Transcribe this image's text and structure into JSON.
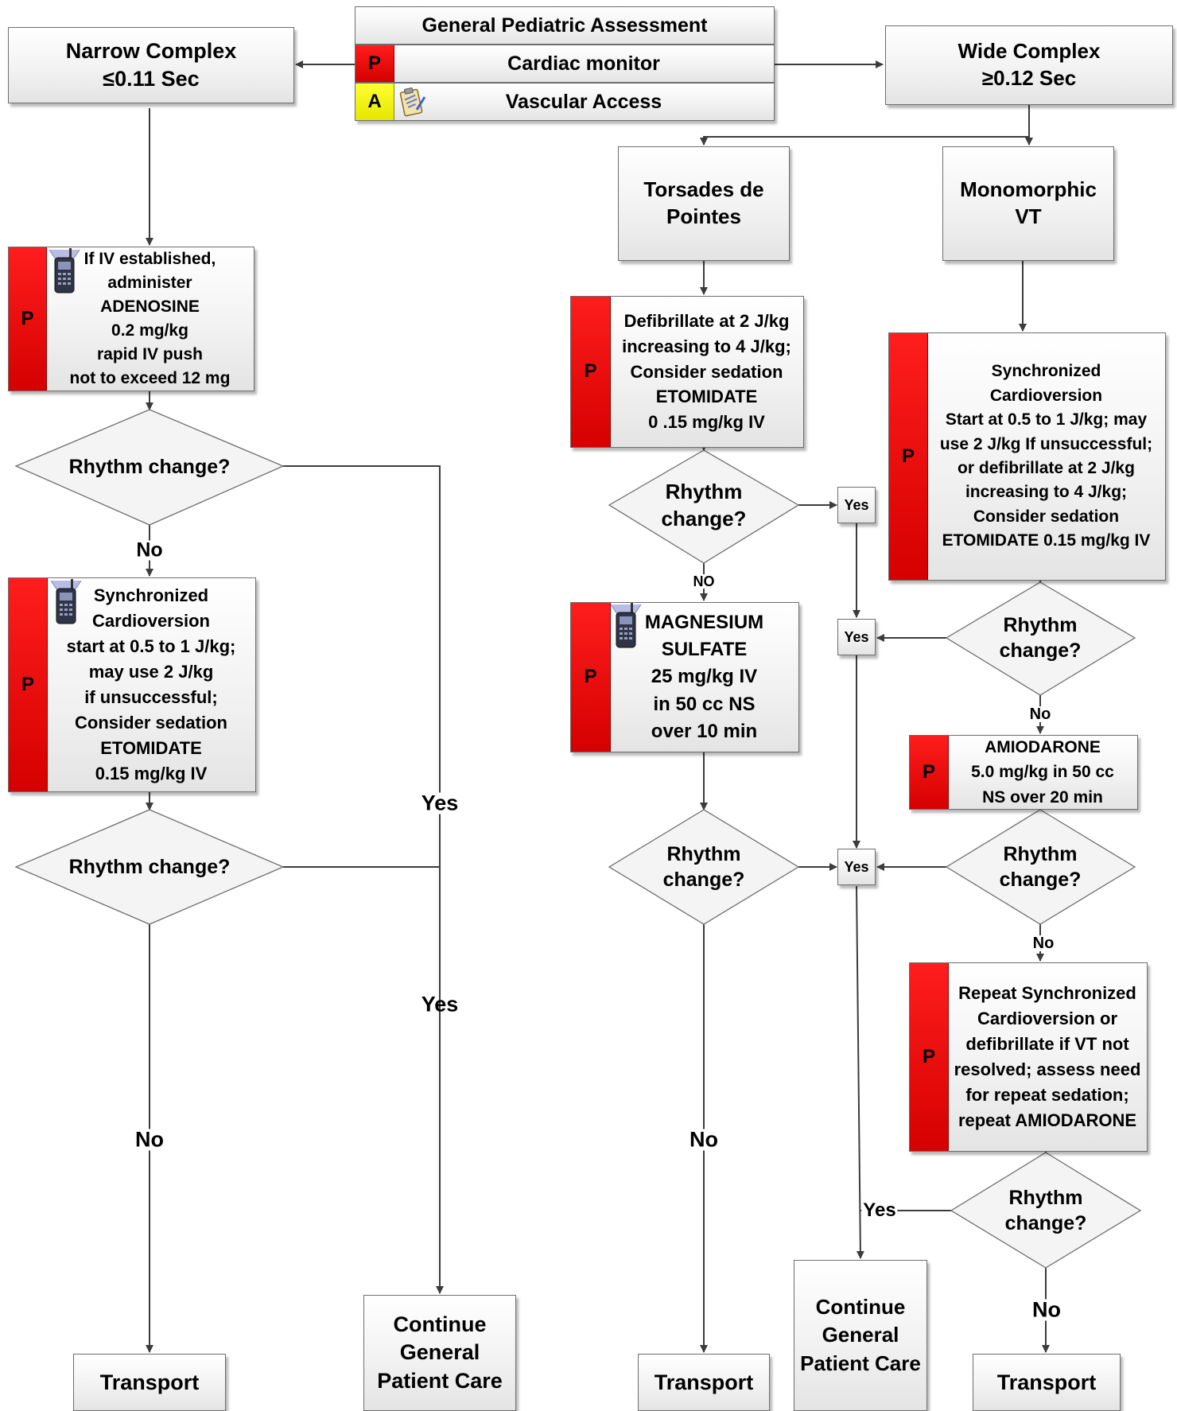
{
  "top": {
    "title": "General Pediatric Assessment",
    "monitor_badge": "P",
    "monitor_label": "Cardiac monitor",
    "access_badge": "A",
    "access_label": "Vascular Access"
  },
  "narrow": {
    "header": "Narrow Complex\n≤0.11 Sec",
    "adenosine_badge": "P",
    "adenosine_text": "If IV established,\nadminister\nADENOSINE\n0.2 mg/kg\nrapid IV push\nnot to exceed 12 mg",
    "decision1": "Rhythm change?",
    "decision1_no": "No",
    "cardioversion_badge": "P",
    "cardioversion_text": "Synchronized\nCardioversion\nstart at 0.5 to 1 J/kg;\nmay use 2 J/kg\nif unsuccessful;\nConsider sedation\nETOMIDATE\n0.15 mg/kg IV",
    "decision2": "Rhythm change?",
    "decision2_no": "No",
    "yes_label_1": "Yes",
    "yes_label_2": "Yes",
    "transport": "Transport",
    "continue_care": "Continue\nGeneral\nPatient Care"
  },
  "wide": {
    "header": "Wide Complex\n≥0.12 Sec",
    "torsades": {
      "header": "Torsades de\nPointes",
      "defib_badge": "P",
      "defib_text": "Defibrillate at 2 J/kg\nincreasing to 4 J/kg;\nConsider sedation\nETOMIDATE\n0 .15 mg/kg IV",
      "decision1": "Rhythm\nchange?",
      "decision1_no": "NO",
      "yes1": "Yes",
      "mag_badge": "P",
      "mag_text": "MAGNESIUM\nSULFATE\n25 mg/kg IV\nin 50 cc NS\nover 10 min",
      "decision2": "Rhythm\nchange?",
      "decision2_no": "No",
      "transport": "Transport"
    },
    "mono": {
      "header": "Monomorphic\nVT",
      "cardio_badge": "P",
      "cardio_text": "Synchronized\nCardioversion\nStart at 0.5 to 1 J/kg; may\nuse 2 J/kg If unsuccessful;\nor defibrillate at 2 J/kg\nincreasing to 4 J/kg;\nConsider sedation\nETOMIDATE 0.15 mg/kg IV",
      "decision1": "Rhythm\nchange?",
      "decision1_no": "No",
      "yes2": "Yes",
      "amio_badge": "P",
      "amio_text": "AMIODARONE\n5.0 mg/kg in 50 cc\nNS over 20 min",
      "decision2": "Rhythm\nchange?",
      "decision2_no": "No",
      "yes3": "Yes",
      "repeat_badge": "P",
      "repeat_text": "Repeat Synchronized\nCardioversion or\ndefibrillate if VT not\nresolved; assess need\nfor repeat sedation;\nrepeat AMIODARONE",
      "decision3": "Rhythm\nchange?",
      "decision3_yes": "Yes",
      "decision3_no": "No",
      "continue_care": "Continue\nGeneral\nPatient Care",
      "transport": "Transport"
    }
  },
  "colors": {
    "protocol_red": "#e00000",
    "access_yellow": "#ffff00",
    "connector": "#3c3c3c"
  },
  "icons": [
    "radio-icon",
    "clipboard-icon"
  ]
}
